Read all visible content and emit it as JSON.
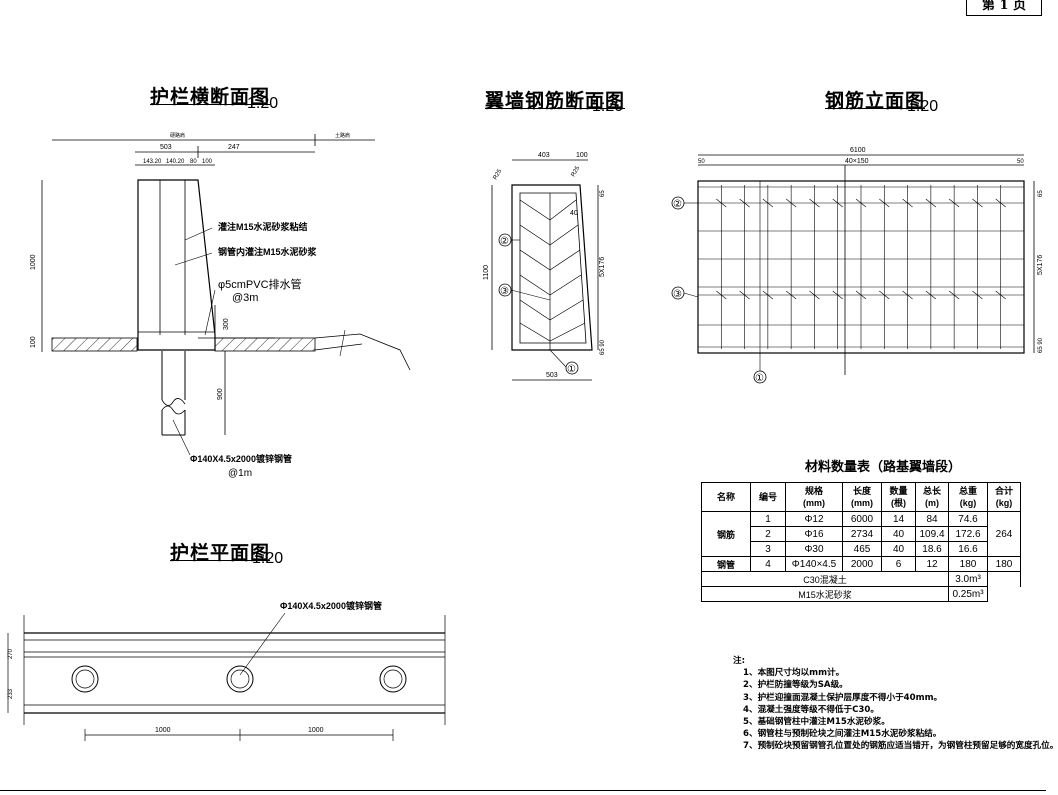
{
  "page": {
    "label": "第 1 页"
  },
  "views": {
    "cross_section": {
      "title": "护栏横断面图",
      "scale": "1:20",
      "dims": {
        "left_label": "硬路肩",
        "right_label": "土路肩",
        "d503": "503",
        "d247": "247",
        "d143": "143.20",
        "d140": "140.20",
        "d80": "80",
        "d100": "100",
        "h1000": "1000",
        "h100": "100",
        "h300": "300",
        "h900": "900"
      },
      "notes": {
        "grout": "灌注M15水泥砂浆粘结",
        "pipe_grout": "钢管内灌注M15水泥砂浆",
        "pvc": "φ5cmPVC排水管",
        "pvc_spacing": "@3m",
        "pipe": "Φ140X4.5x2000镀锌钢管",
        "pipe_spacing": "@1m"
      }
    },
    "wing_wall": {
      "title": "翼墙钢筋断面图",
      "scale": "1:20",
      "dims": {
        "w403": "403",
        "w100": "100",
        "w503": "503",
        "h1100": "1100",
        "r25a": "R25",
        "r25b": "R25",
        "d40": "40",
        "d65": "65",
        "d5x176": "5X176",
        "d6590": "65 90"
      },
      "callouts": [
        "①",
        "②",
        "③"
      ]
    },
    "elevation": {
      "title": "钢筋立面图",
      "scale": "1:20",
      "dims": {
        "total": "6100",
        "end_l": "50",
        "end_r": "50",
        "mid": "40×150",
        "r65": "65",
        "r5x176": "5X176",
        "r6590": "65 90"
      },
      "callouts": [
        "②",
        "③",
        "①"
      ]
    },
    "plan": {
      "title": "护栏平面图",
      "scale": "1:20",
      "dims": {
        "h270": "270",
        "h233": "233",
        "s1": "1000",
        "s2": "1000"
      },
      "pipe_label": "Φ140X4.5x2000镀锌钢管"
    }
  },
  "material_table": {
    "title": "材料数量表（路基翼墙段）",
    "headers": [
      "名称",
      "编号",
      "规格\n(mm)",
      "长度\n(mm)",
      "数量\n(根)",
      "总长\n(m)",
      "总重\n(kg)",
      "合计\n(kg)"
    ],
    "rebar_name": "钢筋",
    "rebar_rows": [
      {
        "no": "1",
        "spec": "Φ12",
        "len": "6000",
        "qty": "14",
        "total_len": "84",
        "weight": "74.6"
      },
      {
        "no": "2",
        "spec": "Φ16",
        "len": "2734",
        "qty": "40",
        "total_len": "109.4",
        "weight": "172.6"
      },
      {
        "no": "3",
        "spec": "Φ30",
        "len": "465",
        "qty": "40",
        "total_len": "18.6",
        "weight": "16.6"
      }
    ],
    "rebar_total": "264",
    "pipe_row": {
      "name": "钢管",
      "no": "4",
      "spec": "Φ140×4.5",
      "len": "2000",
      "qty": "6",
      "total_len": "12",
      "weight": "180",
      "total": "180"
    },
    "concrete": {
      "name": "C30混凝土",
      "value": "3.0m³"
    },
    "mortar": {
      "name": "M15水泥砂浆",
      "value": "0.25m³"
    }
  },
  "notes": {
    "heading": "注:",
    "items": [
      "1、本图尺寸均以mm计。",
      "2、护栏防撞等级为SA级。",
      "3、护栏迎撞面混凝土保护层厚度不得小于40mm。",
      "4、混凝土强度等级不得低于C30。",
      "5、基础钢管柱中灌注M15水泥砂浆。",
      "6、钢管柱与预制砼块之间灌注M15水泥砂浆粘结。",
      "7、预制砼块预留钢管孔位置处的钢筋应适当错开，为钢管柱预留足够的宽度孔位。"
    ]
  }
}
